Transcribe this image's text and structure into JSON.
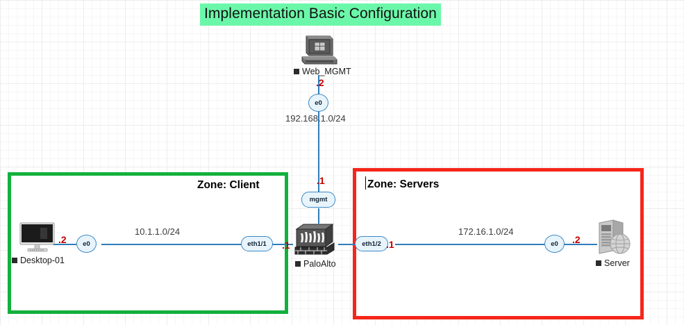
{
  "title": "Implementation Basic Configuration",
  "colors": {
    "title_highlight": "#6BF7A9",
    "zone_client_border": "#12B03C",
    "zone_servers_border": "#F5261B",
    "link": "#2E7CB8",
    "octet_text": "#C00000",
    "iface_fill": "#E8F4FB",
    "iface_border": "#3A87C4"
  },
  "zones": [
    {
      "label": "Zone: Client"
    },
    {
      "label": "Zone: Servers"
    }
  ],
  "devices": [
    {
      "id": "web_mgmt",
      "label": "Web_MGMT",
      "icon": "desktop-computer-icon"
    },
    {
      "id": "desktop_01",
      "label": "Desktop-01",
      "icon": "monitor-icon"
    },
    {
      "id": "paloalto",
      "label": "PaloAlto",
      "icon": "firewall-icon"
    },
    {
      "id": "server",
      "label": "Server",
      "icon": "server-tower-icon"
    }
  ],
  "interfaces": [
    {
      "id": "mgmt_e0",
      "name": "e0"
    },
    {
      "id": "fw_mgmt",
      "name": "mgmt"
    },
    {
      "id": "desk_e0",
      "name": "e0"
    },
    {
      "id": "fw_eth1_1",
      "name": "eth1/1"
    },
    {
      "id": "fw_eth1_2",
      "name": "eth1/2"
    },
    {
      "id": "srv_e0",
      "name": "e0"
    }
  ],
  "subnets": [
    {
      "id": "mgmt_net",
      "cidr": "192.168.1.0/24"
    },
    {
      "id": "client_net",
      "cidr": "10.1.1.0/24"
    },
    {
      "id": "server_net",
      "cidr": "172.16.1.0/24"
    }
  ],
  "octets": [
    {
      "id": "web_mgmt_octet",
      "value": ".2"
    },
    {
      "id": "fw_mgmt_octet",
      "value": ".1"
    },
    {
      "id": "desktop_octet",
      "value": ".2"
    },
    {
      "id": "fw_eth1_1_octet",
      "value": ".1"
    },
    {
      "id": "fw_eth1_2_octet",
      "value": ".1"
    },
    {
      "id": "server_octet",
      "value": ".2"
    }
  ]
}
